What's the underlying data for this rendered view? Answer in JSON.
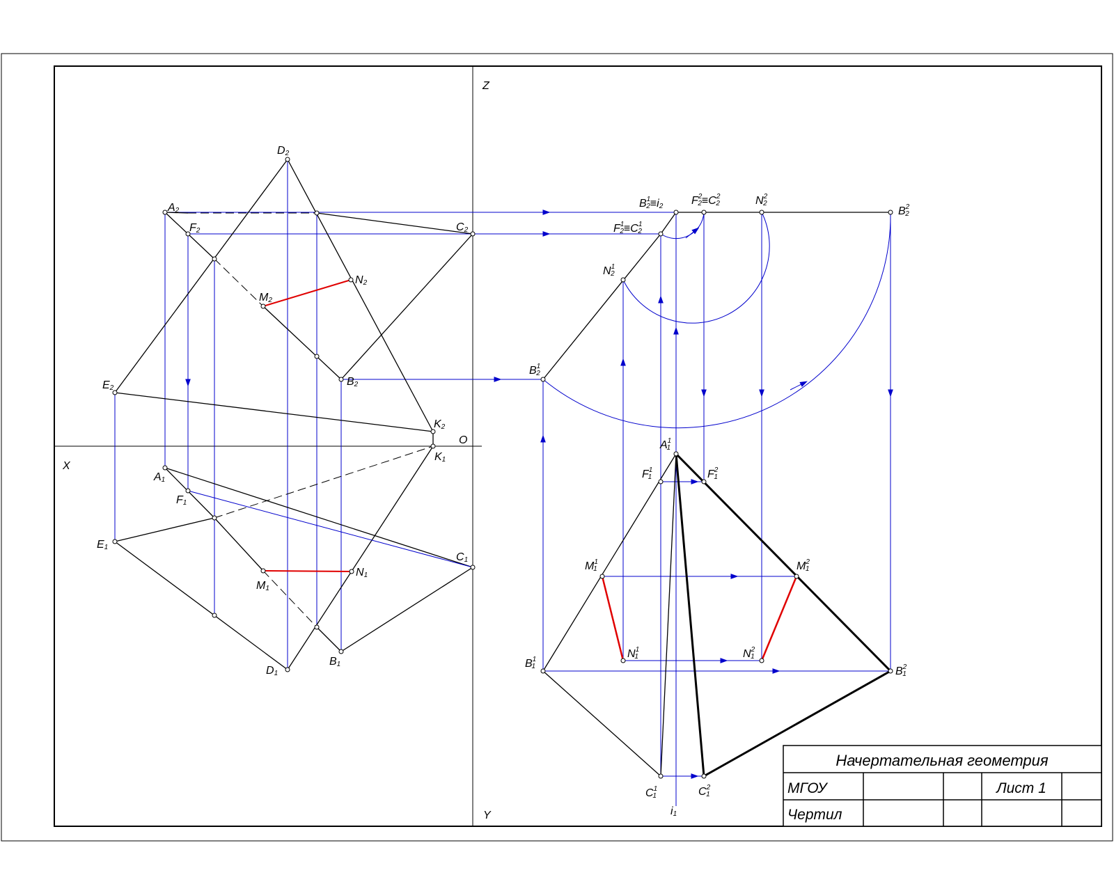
{
  "colors": {
    "blue": "#0000cc",
    "red": "#e00000",
    "black": "#000000"
  },
  "axes": {
    "x": "X",
    "y": "Y",
    "z": "Z",
    "origin": "O"
  },
  "labels": {
    "A2": {
      "base": "A",
      "sub": "2"
    },
    "F2": {
      "base": "F",
      "sub": "2"
    },
    "C2": {
      "base": "C",
      "sub": "2"
    },
    "D2": {
      "base": "D",
      "sub": "2"
    },
    "M2": {
      "base": "M",
      "sub": "2"
    },
    "N2": {
      "base": "N",
      "sub": "2"
    },
    "E2": {
      "base": "E",
      "sub": "2"
    },
    "B2": {
      "base": "B",
      "sub": "2"
    },
    "K2": {
      "base": "K",
      "sub": "2"
    },
    "K1": {
      "base": "K",
      "sub": "1"
    },
    "A1": {
      "base": "A",
      "sub": "1"
    },
    "F1": {
      "base": "F",
      "sub": "1"
    },
    "E1": {
      "base": "E",
      "sub": "1"
    },
    "C1": {
      "base": "C",
      "sub": "1"
    },
    "M1": {
      "base": "M",
      "sub": "1"
    },
    "N1": {
      "base": "N",
      "sub": "1"
    },
    "D1": {
      "base": "D",
      "sub": "1"
    },
    "B1": {
      "base": "B",
      "sub": "1"
    },
    "B12i2": {
      "base": "B",
      "sub": "2",
      "sup": "1",
      "suffix": "≡i",
      "suffix_sub": "2"
    },
    "F22C22": {
      "base": "F",
      "sub": "2",
      "sup": "2",
      "suffix": "≡C",
      "suffix_sub": "2",
      "suffix_sup": "2"
    },
    "N22": {
      "base": "N",
      "sub": "2",
      "sup": "2"
    },
    "B22": {
      "base": "B",
      "sub": "2",
      "sup": "2"
    },
    "F12C12": {
      "base": "F",
      "sub": "2",
      "sup": "1",
      "suffix": "≡C",
      "suffix_sub": "2",
      "suffix_sup": "1"
    },
    "N12": {
      "base": "N",
      "sub": "2",
      "sup": "1"
    },
    "B12": {
      "base": "B",
      "sub": "2",
      "sup": "1"
    },
    "A11": {
      "base": "A",
      "sub": "1",
      "sup": "1"
    },
    "F11": {
      "base": "F",
      "sub": "1",
      "sup": "1"
    },
    "F21": {
      "base": "F",
      "sub": "1",
      "sup": "2"
    },
    "M11": {
      "base": "M",
      "sub": "1",
      "sup": "1"
    },
    "M21": {
      "base": "M",
      "sub": "1",
      "sup": "2"
    },
    "N11": {
      "base": "N",
      "sub": "1",
      "sup": "1"
    },
    "N21": {
      "base": "N",
      "sub": "1",
      "sup": "2"
    },
    "B11": {
      "base": "B",
      "sub": "1",
      "sup": "1"
    },
    "B21": {
      "base": "B",
      "sub": "1",
      "sup": "2"
    },
    "C11": {
      "base": "C",
      "sub": "1",
      "sup": "1"
    },
    "C21": {
      "base": "C",
      "sub": "1",
      "sup": "2"
    },
    "i1": {
      "base": "i",
      "sub": "1"
    }
  },
  "title_block": {
    "title": "Начертательная геометрия",
    "org": "МГОУ",
    "sheet": "Лист 1",
    "drawn": "Чертил"
  }
}
